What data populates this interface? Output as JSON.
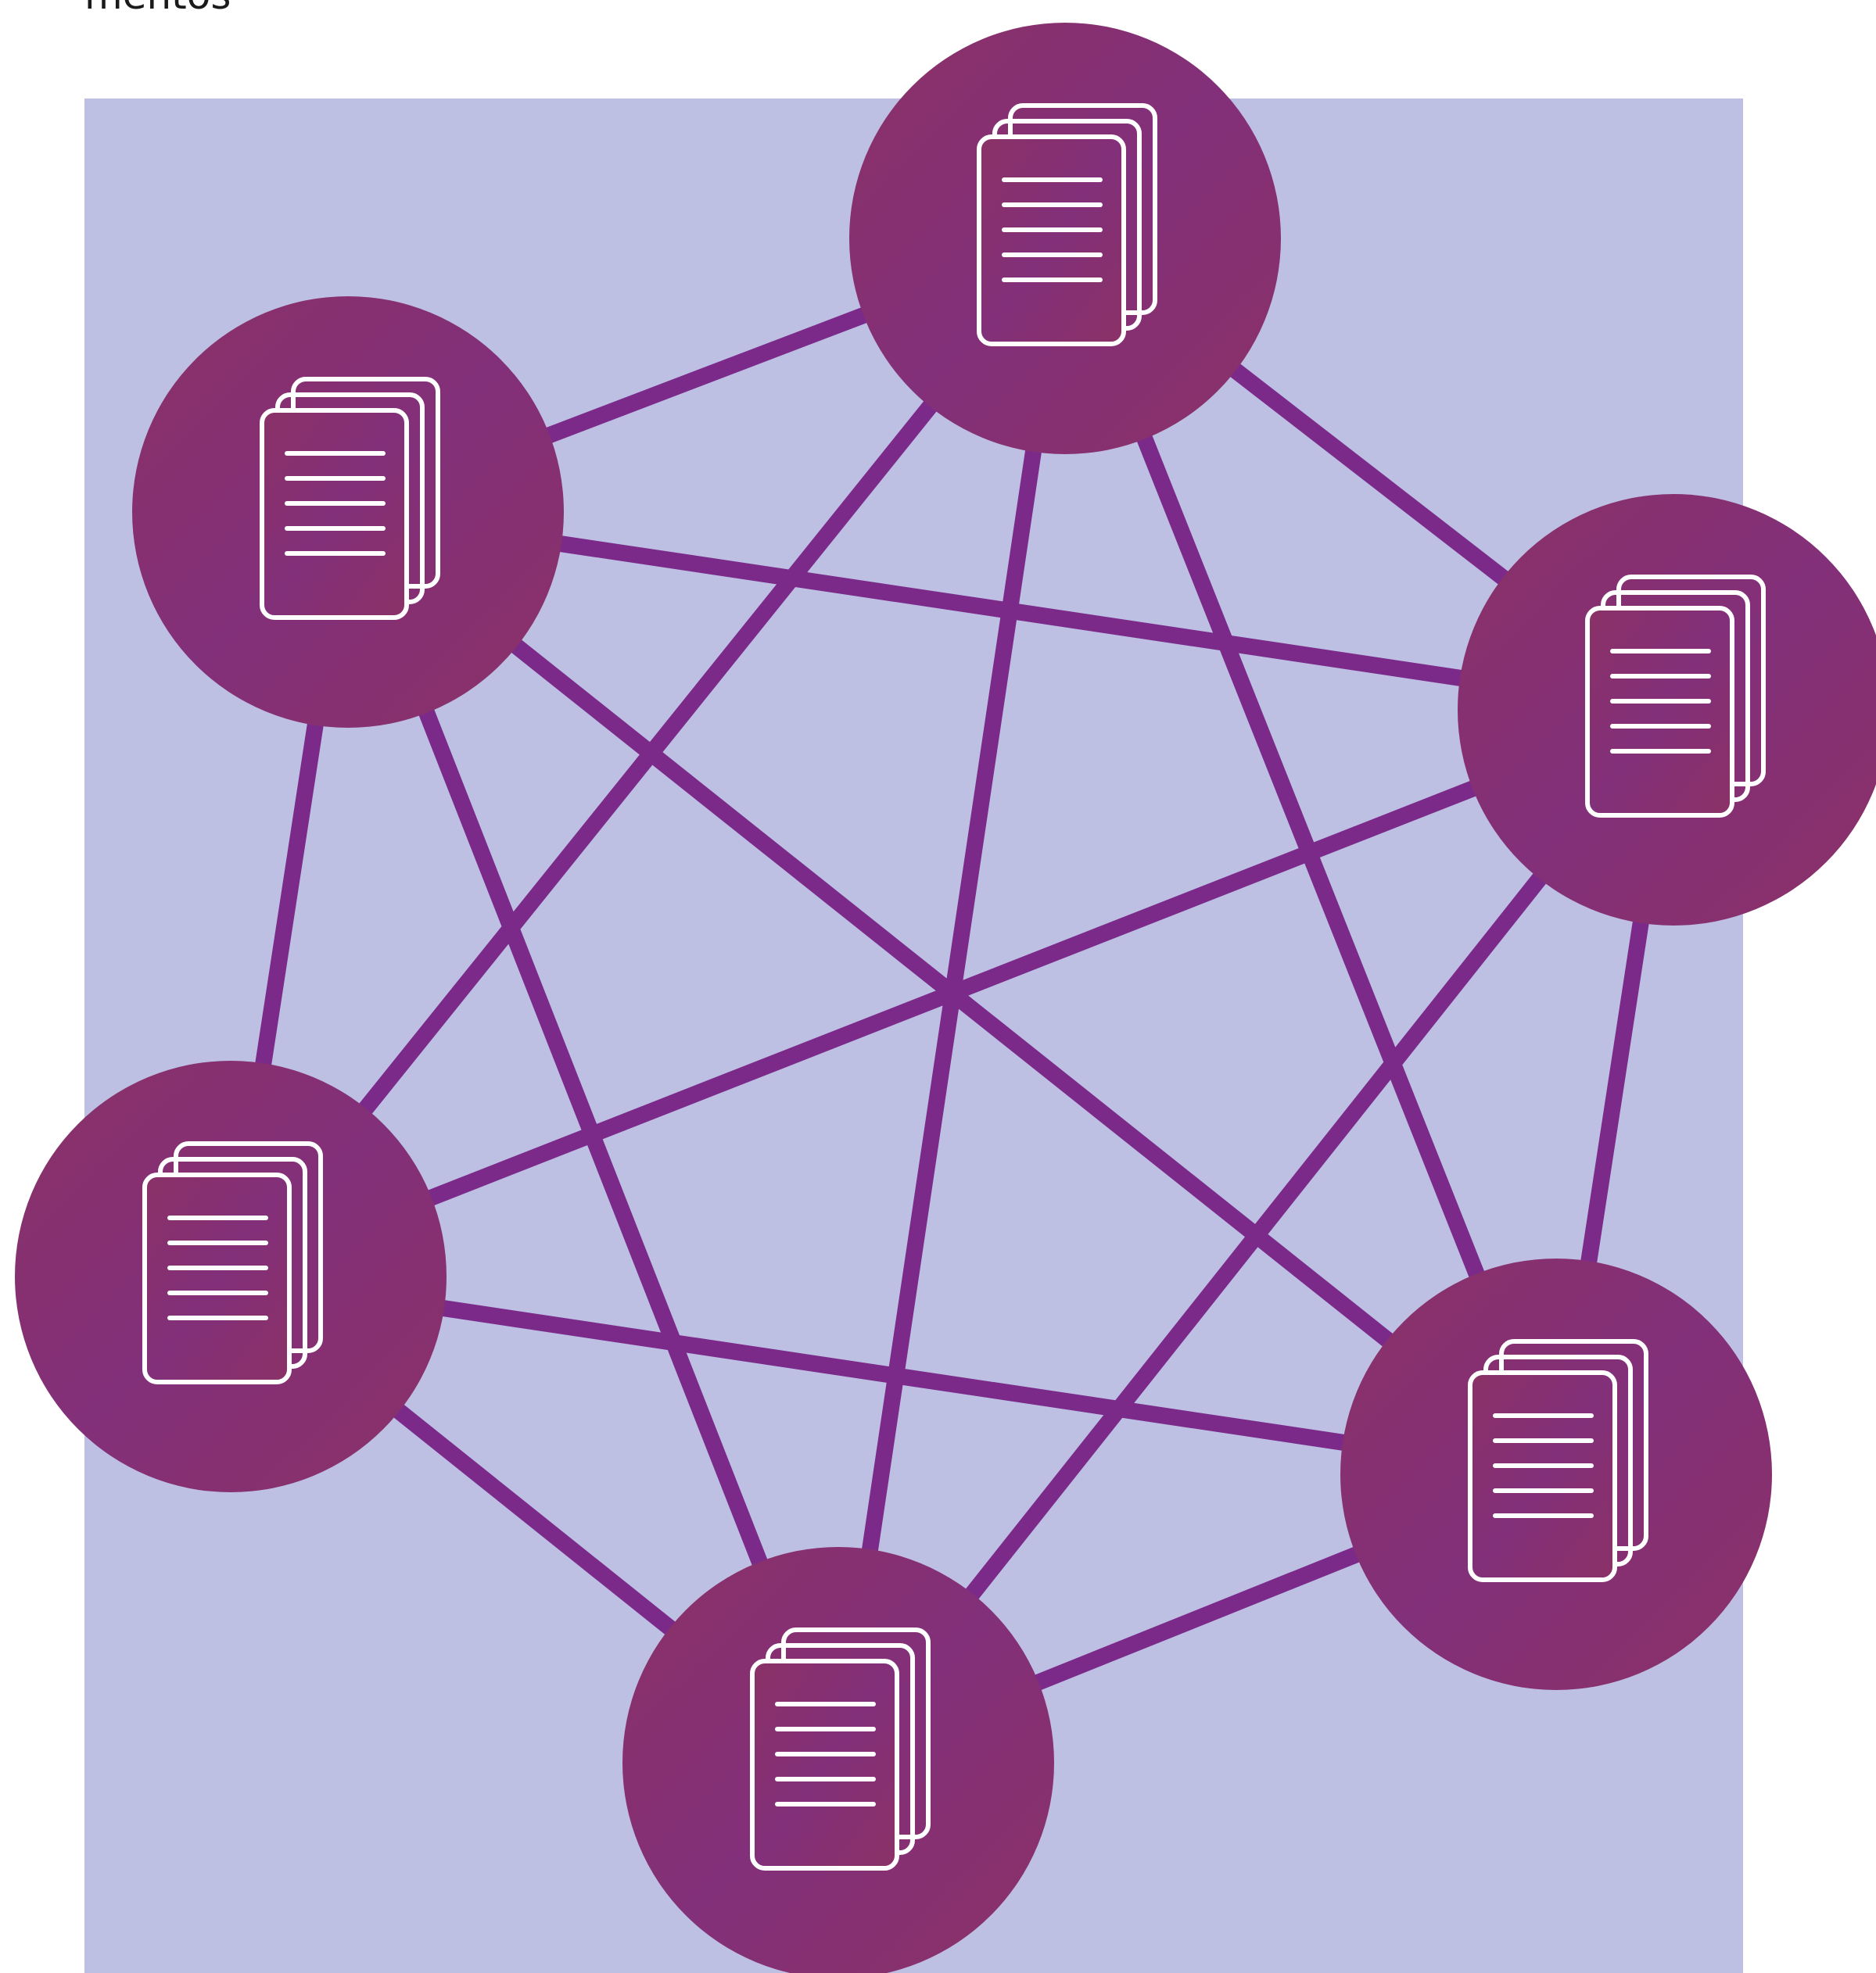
{
  "caption": "mentos",
  "colors": {
    "panel": "#bdbfe3",
    "edge": "#7b2a8a",
    "node_fill_light": "#8a3166",
    "node_fill_dark": "#83307a",
    "icon_stroke": "#ffffff",
    "page_background": "#ffffff"
  },
  "diagram": {
    "type": "fully-connected-network",
    "node_icon": "document-stack-icon",
    "nodes": [
      {
        "id": "top"
      },
      {
        "id": "upper-left"
      },
      {
        "id": "right"
      },
      {
        "id": "left"
      },
      {
        "id": "lower-right"
      },
      {
        "id": "bottom"
      }
    ],
    "edges": [
      [
        "top",
        "upper-left"
      ],
      [
        "top",
        "right"
      ],
      [
        "top",
        "left"
      ],
      [
        "top",
        "lower-right"
      ],
      [
        "top",
        "bottom"
      ],
      [
        "upper-left",
        "right"
      ],
      [
        "upper-left",
        "left"
      ],
      [
        "upper-left",
        "lower-right"
      ],
      [
        "upper-left",
        "bottom"
      ],
      [
        "right",
        "left"
      ],
      [
        "right",
        "lower-right"
      ],
      [
        "right",
        "bottom"
      ],
      [
        "left",
        "lower-right"
      ],
      [
        "left",
        "bottom"
      ],
      [
        "lower-right",
        "bottom"
      ]
    ]
  }
}
